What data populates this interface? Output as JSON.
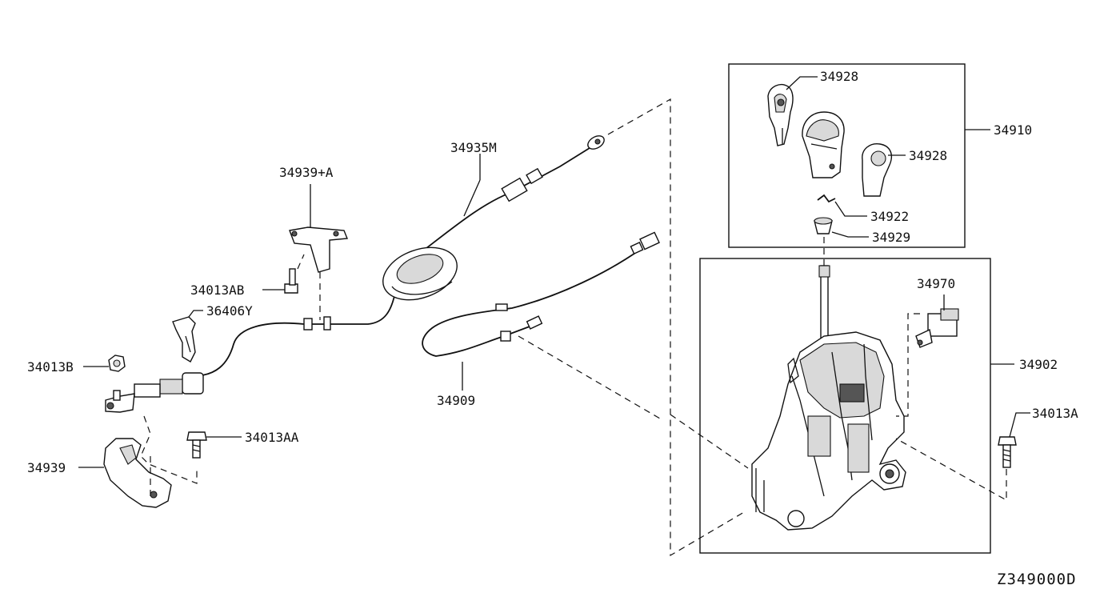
{
  "diagram": {
    "drawing_code": "Z349000D",
    "labels": {
      "p34928_top": "34928",
      "p34910": "34910",
      "p34928_right": "34928",
      "p34922": "34922",
      "p34929": "34929",
      "p34970": "34970",
      "p34902": "34902",
      "p34013A": "34013A",
      "p34935M": "34935M",
      "p34939A": "34939+A",
      "p34013AB": "34013AB",
      "p36406Y": "36406Y",
      "p34013B": "34013B",
      "p34013AA": "34013AA",
      "p34939": "34939",
      "p34909": "34909"
    }
  }
}
